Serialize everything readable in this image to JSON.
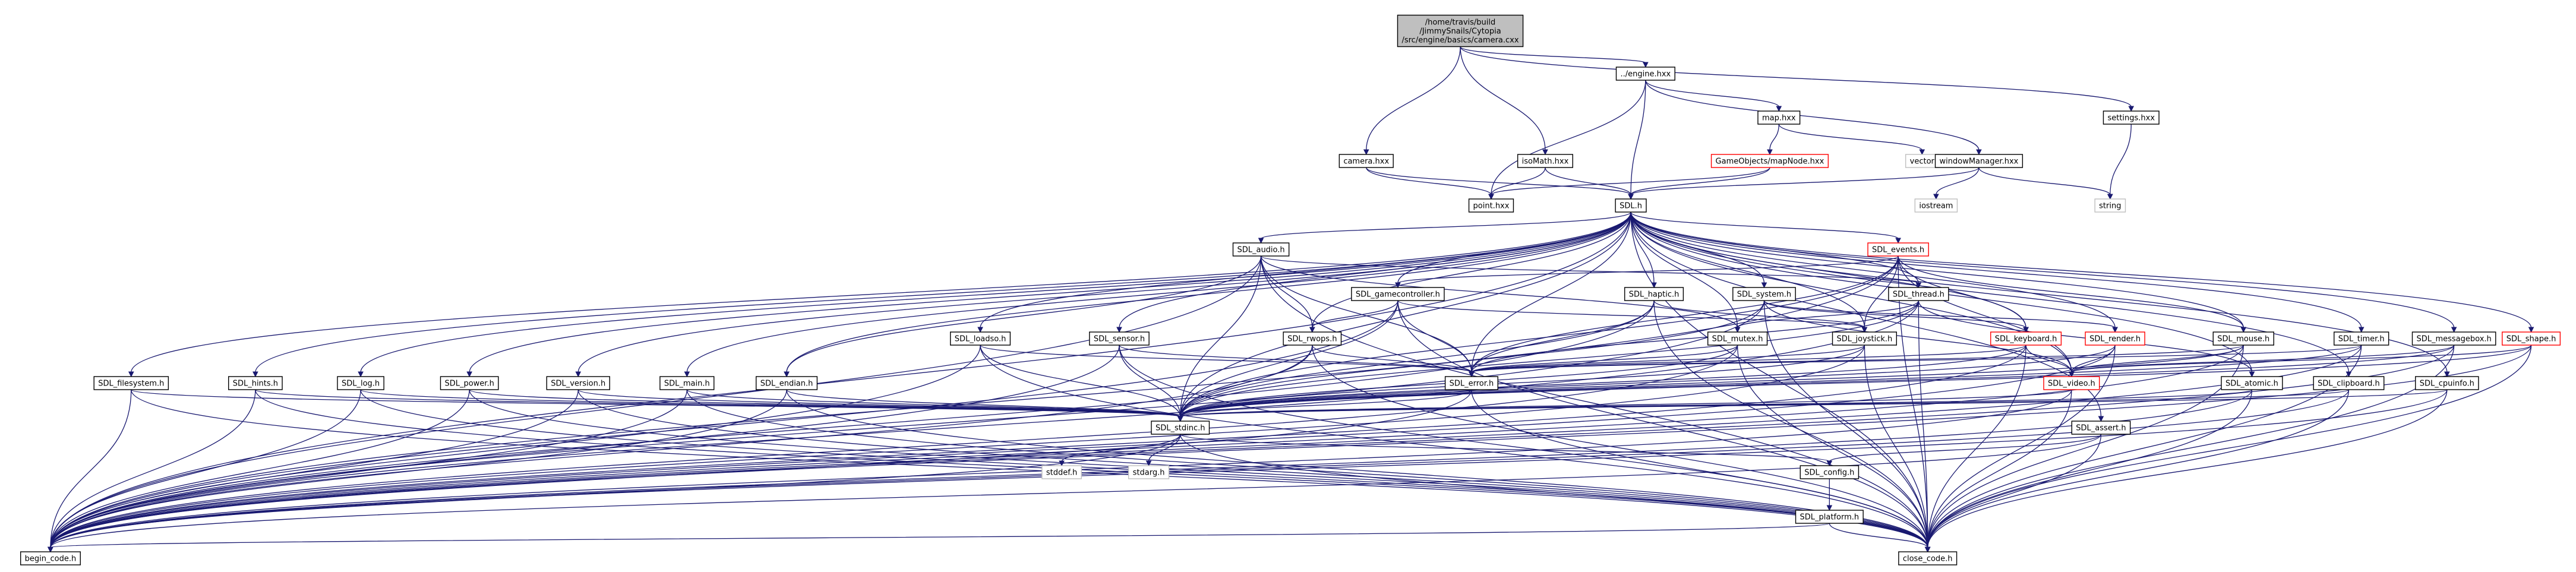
{
  "diagram": {
    "type": "include-dependency-graph",
    "colors": {
      "edge": "#191970",
      "node_border": "#000000",
      "root_fill": "#bfbfbf",
      "missing_border": "#ff0000",
      "external_border": "#bfbfbf",
      "background": "#ffffff"
    },
    "nodes": [
      {
        "id": "camera_cxx",
        "label": "/home/travis/build/JimmySnails/Cytopia/src/engine/basics/camera.cxx",
        "lines": [
          "/home/travis/build",
          "/JimmySnails/Cytopia",
          "/src/engine/basics/camera.cxx"
        ],
        "style": "root"
      },
      {
        "id": "engine_hxx",
        "label": "../engine.hxx",
        "style": "normal"
      },
      {
        "id": "settings_hxx",
        "label": "settings.hxx",
        "style": "normal"
      },
      {
        "id": "map_hxx",
        "label": "map.hxx",
        "style": "normal"
      },
      {
        "id": "camera_hxx",
        "label": "camera.hxx",
        "style": "normal"
      },
      {
        "id": "isoMath_hxx",
        "label": "isoMath.hxx",
        "style": "normal"
      },
      {
        "id": "mapNode_hxx",
        "label": "GameObjects/mapNode.hxx",
        "style": "red"
      },
      {
        "id": "vector",
        "label": "vector",
        "style": "grey"
      },
      {
        "id": "windowManager_hxx",
        "label": "windowManager.hxx",
        "style": "normal"
      },
      {
        "id": "point_hxx",
        "label": "point.hxx",
        "style": "normal"
      },
      {
        "id": "iostream",
        "label": "iostream",
        "style": "grey"
      },
      {
        "id": "string",
        "label": "string",
        "style": "grey"
      },
      {
        "id": "SDL_h",
        "label": "SDL.h",
        "style": "normal"
      },
      {
        "id": "SDL_audio_h",
        "label": "SDL_audio.h",
        "style": "normal"
      },
      {
        "id": "SDL_events_h",
        "label": "SDL_events.h",
        "style": "red"
      },
      {
        "id": "SDL_gamecontroller_h",
        "label": "SDL_gamecontroller.h",
        "style": "normal"
      },
      {
        "id": "SDL_haptic_h",
        "label": "SDL_haptic.h",
        "style": "normal"
      },
      {
        "id": "SDL_system_h",
        "label": "SDL_system.h",
        "style": "normal"
      },
      {
        "id": "SDL_thread_h",
        "label": "SDL_thread.h",
        "style": "normal"
      },
      {
        "id": "SDL_loadso_h",
        "label": "SDL_loadso.h",
        "style": "normal"
      },
      {
        "id": "SDL_sensor_h",
        "label": "SDL_sensor.h",
        "style": "normal"
      },
      {
        "id": "SDL_rwops_h",
        "label": "SDL_rwops.h",
        "style": "normal"
      },
      {
        "id": "SDL_mutex_h",
        "label": "SDL_mutex.h",
        "style": "normal"
      },
      {
        "id": "SDL_joystick_h",
        "label": "SDL_joystick.h",
        "style": "normal"
      },
      {
        "id": "SDL_keyboard_h",
        "label": "SDL_keyboard.h",
        "style": "red"
      },
      {
        "id": "SDL_render_h",
        "label": "SDL_render.h",
        "style": "red"
      },
      {
        "id": "SDL_mouse_h",
        "label": "SDL_mouse.h",
        "style": "normal"
      },
      {
        "id": "SDL_timer_h",
        "label": "SDL_timer.h",
        "style": "normal"
      },
      {
        "id": "SDL_messagebox_h",
        "label": "SDL_messagebox.h",
        "style": "normal"
      },
      {
        "id": "SDL_shape_h",
        "label": "SDL_shape.h",
        "style": "red"
      },
      {
        "id": "SDL_filesystem_h",
        "label": "SDL_filesystem.h",
        "style": "normal"
      },
      {
        "id": "SDL_hints_h",
        "label": "SDL_hints.h",
        "style": "normal"
      },
      {
        "id": "SDL_log_h",
        "label": "SDL_log.h",
        "style": "normal"
      },
      {
        "id": "SDL_power_h",
        "label": "SDL_power.h",
        "style": "normal"
      },
      {
        "id": "SDL_version_h",
        "label": "SDL_version.h",
        "style": "normal"
      },
      {
        "id": "SDL_main_h",
        "label": "SDL_main.h",
        "style": "normal"
      },
      {
        "id": "SDL_endian_h",
        "label": "SDL_endian.h",
        "style": "normal"
      },
      {
        "id": "SDL_error_h",
        "label": "SDL_error.h",
        "style": "normal"
      },
      {
        "id": "SDL_video_h",
        "label": "SDL_video.h",
        "style": "red"
      },
      {
        "id": "SDL_atomic_h",
        "label": "SDL_atomic.h",
        "style": "normal"
      },
      {
        "id": "SDL_clipboard_h",
        "label": "SDL_clipboard.h",
        "style": "normal"
      },
      {
        "id": "SDL_cpuinfo_h",
        "label": "SDL_cpuinfo.h",
        "style": "normal"
      },
      {
        "id": "SDL_stdinc_h",
        "label": "SDL_stdinc.h",
        "style": "normal"
      },
      {
        "id": "SDL_assert_h",
        "label": "SDL_assert.h",
        "style": "normal"
      },
      {
        "id": "stddef_h",
        "label": "stddef.h",
        "style": "grey"
      },
      {
        "id": "stdarg_h",
        "label": "stdarg.h",
        "style": "grey"
      },
      {
        "id": "SDL_config_h",
        "label": "SDL_config.h",
        "style": "normal"
      },
      {
        "id": "SDL_platform_h",
        "label": "SDL_platform.h",
        "style": "normal"
      },
      {
        "id": "begin_code_h",
        "label": "begin_code.h",
        "style": "normal"
      },
      {
        "id": "close_code_h",
        "label": "close_code.h",
        "style": "normal"
      }
    ],
    "edges": [
      [
        "camera_cxx",
        "engine_hxx"
      ],
      [
        "camera_cxx",
        "settings_hxx"
      ],
      [
        "camera_cxx",
        "camera_hxx"
      ],
      [
        "camera_cxx",
        "isoMath_hxx"
      ],
      [
        "engine_hxx",
        "map_hxx"
      ],
      [
        "engine_hxx",
        "windowManager_hxx"
      ],
      [
        "engine_hxx",
        "point_hxx"
      ],
      [
        "engine_hxx",
        "SDL_h"
      ],
      [
        "settings_hxx",
        "string"
      ],
      [
        "map_hxx",
        "mapNode_hxx"
      ],
      [
        "map_hxx",
        "vector"
      ],
      [
        "mapNode_hxx",
        "point_hxx"
      ],
      [
        "mapNode_hxx",
        "SDL_h"
      ],
      [
        "windowManager_hxx",
        "iostream"
      ],
      [
        "windowManager_hxx",
        "string"
      ],
      [
        "windowManager_hxx",
        "SDL_h"
      ],
      [
        "camera_hxx",
        "point_hxx"
      ],
      [
        "camera_hxx",
        "SDL_h"
      ],
      [
        "isoMath_hxx",
        "point_hxx"
      ],
      [
        "isoMath_hxx",
        "SDL_h"
      ],
      [
        "SDL_h",
        "SDL_audio_h"
      ],
      [
        "SDL_h",
        "SDL_events_h"
      ],
      [
        "SDL_h",
        "SDL_gamecontroller_h"
      ],
      [
        "SDL_h",
        "SDL_haptic_h"
      ],
      [
        "SDL_h",
        "SDL_system_h"
      ],
      [
        "SDL_h",
        "SDL_thread_h"
      ],
      [
        "SDL_h",
        "SDL_loadso_h"
      ],
      [
        "SDL_h",
        "SDL_sensor_h"
      ],
      [
        "SDL_h",
        "SDL_rwops_h"
      ],
      [
        "SDL_h",
        "SDL_mutex_h"
      ],
      [
        "SDL_h",
        "SDL_joystick_h"
      ],
      [
        "SDL_h",
        "SDL_keyboard_h"
      ],
      [
        "SDL_h",
        "SDL_render_h"
      ],
      [
        "SDL_h",
        "SDL_mouse_h"
      ],
      [
        "SDL_h",
        "SDL_timer_h"
      ],
      [
        "SDL_h",
        "SDL_messagebox_h"
      ],
      [
        "SDL_h",
        "SDL_shape_h"
      ],
      [
        "SDL_h",
        "SDL_filesystem_h"
      ],
      [
        "SDL_h",
        "SDL_hints_h"
      ],
      [
        "SDL_h",
        "SDL_log_h"
      ],
      [
        "SDL_h",
        "SDL_power_h"
      ],
      [
        "SDL_h",
        "SDL_version_h"
      ],
      [
        "SDL_h",
        "SDL_main_h"
      ],
      [
        "SDL_h",
        "SDL_endian_h"
      ],
      [
        "SDL_h",
        "SDL_error_h"
      ],
      [
        "SDL_h",
        "SDL_video_h"
      ],
      [
        "SDL_h",
        "SDL_atomic_h"
      ],
      [
        "SDL_h",
        "SDL_clipboard_h"
      ],
      [
        "SDL_h",
        "SDL_cpuinfo_h"
      ],
      [
        "SDL_h",
        "SDL_assert_h"
      ],
      [
        "SDL_h",
        "SDL_stdinc_h"
      ],
      [
        "SDL_h",
        "begin_code_h"
      ],
      [
        "SDL_h",
        "close_code_h"
      ],
      [
        "SDL_audio_h",
        "SDL_rwops_h"
      ],
      [
        "SDL_audio_h",
        "SDL_error_h"
      ],
      [
        "SDL_audio_h",
        "SDL_endian_h"
      ],
      [
        "SDL_audio_h",
        "SDL_mutex_h"
      ],
      [
        "SDL_audio_h",
        "SDL_thread_h"
      ],
      [
        "SDL_audio_h",
        "SDL_stdinc_h"
      ],
      [
        "SDL_audio_h",
        "begin_code_h"
      ],
      [
        "SDL_audio_h",
        "close_code_h"
      ],
      [
        "SDL_events_h",
        "SDL_gamecontroller_h"
      ],
      [
        "SDL_events_h",
        "SDL_joystick_h"
      ],
      [
        "SDL_events_h",
        "SDL_keyboard_h"
      ],
      [
        "SDL_events_h",
        "SDL_mouse_h"
      ],
      [
        "SDL_events_h",
        "SDL_video_h"
      ],
      [
        "SDL_events_h",
        "SDL_error_h"
      ],
      [
        "SDL_events_h",
        "SDL_stdinc_h"
      ],
      [
        "SDL_events_h",
        "begin_code_h"
      ],
      [
        "SDL_events_h",
        "close_code_h"
      ],
      [
        "SDL_gamecontroller_h",
        "SDL_rwops_h"
      ],
      [
        "SDL_gamecontroller_h",
        "SDL_joystick_h"
      ],
      [
        "SDL_gamecontroller_h",
        "SDL_error_h"
      ],
      [
        "SDL_gamecontroller_h",
        "SDL_stdinc_h"
      ],
      [
        "SDL_gamecontroller_h",
        "begin_code_h"
      ],
      [
        "SDL_gamecontroller_h",
        "close_code_h"
      ],
      [
        "SDL_haptic_h",
        "SDL_joystick_h"
      ],
      [
        "SDL_haptic_h",
        "SDL_error_h"
      ],
      [
        "SDL_haptic_h",
        "SDL_stdinc_h"
      ],
      [
        "SDL_haptic_h",
        "begin_code_h"
      ],
      [
        "SDL_haptic_h",
        "close_code_h"
      ],
      [
        "SDL_system_h",
        "SDL_keyboard_h"
      ],
      [
        "SDL_system_h",
        "SDL_render_h"
      ],
      [
        "SDL_system_h",
        "SDL_video_h"
      ],
      [
        "SDL_system_h",
        "SDL_stdinc_h"
      ],
      [
        "SDL_system_h",
        "begin_code_h"
      ],
      [
        "SDL_system_h",
        "close_code_h"
      ],
      [
        "SDL_thread_h",
        "SDL_mutex_h"
      ],
      [
        "SDL_thread_h",
        "SDL_error_h"
      ],
      [
        "SDL_thread_h",
        "SDL_atomic_h"
      ],
      [
        "SDL_thread_h",
        "SDL_stdinc_h"
      ],
      [
        "SDL_thread_h",
        "begin_code_h"
      ],
      [
        "SDL_thread_h",
        "close_code_h"
      ],
      [
        "SDL_loadso_h",
        "SDL_error_h"
      ],
      [
        "SDL_loadso_h",
        "SDL_stdinc_h"
      ],
      [
        "SDL_loadso_h",
        "begin_code_h"
      ],
      [
        "SDL_loadso_h",
        "close_code_h"
      ],
      [
        "SDL_sensor_h",
        "SDL_error_h"
      ],
      [
        "SDL_sensor_h",
        "SDL_stdinc_h"
      ],
      [
        "SDL_sensor_h",
        "begin_code_h"
      ],
      [
        "SDL_sensor_h",
        "close_code_h"
      ],
      [
        "SDL_rwops_h",
        "SDL_error_h"
      ],
      [
        "SDL_rwops_h",
        "SDL_stdinc_h"
      ],
      [
        "SDL_rwops_h",
        "begin_code_h"
      ],
      [
        "SDL_rwops_h",
        "close_code_h"
      ],
      [
        "SDL_mutex_h",
        "SDL_error_h"
      ],
      [
        "SDL_mutex_h",
        "SDL_stdinc_h"
      ],
      [
        "SDL_mutex_h",
        "begin_code_h"
      ],
      [
        "SDL_mutex_h",
        "close_code_h"
      ],
      [
        "SDL_joystick_h",
        "SDL_error_h"
      ],
      [
        "SDL_joystick_h",
        "SDL_stdinc_h"
      ],
      [
        "SDL_joystick_h",
        "begin_code_h"
      ],
      [
        "SDL_joystick_h",
        "close_code_h"
      ],
      [
        "SDL_keyboard_h",
        "SDL_error_h"
      ],
      [
        "SDL_keyboard_h",
        "SDL_video_h"
      ],
      [
        "SDL_keyboard_h",
        "SDL_stdinc_h"
      ],
      [
        "SDL_keyboard_h",
        "begin_code_h"
      ],
      [
        "SDL_keyboard_h",
        "close_code_h"
      ],
      [
        "SDL_render_h",
        "SDL_video_h"
      ],
      [
        "SDL_render_h",
        "SDL_stdinc_h"
      ],
      [
        "SDL_render_h",
        "begin_code_h"
      ],
      [
        "SDL_render_h",
        "close_code_h"
      ],
      [
        "SDL_mouse_h",
        "SDL_error_h"
      ],
      [
        "SDL_mouse_h",
        "SDL_video_h"
      ],
      [
        "SDL_mouse_h",
        "SDL_stdinc_h"
      ],
      [
        "SDL_mouse_h",
        "begin_code_h"
      ],
      [
        "SDL_mouse_h",
        "close_code_h"
      ],
      [
        "SDL_timer_h",
        "SDL_error_h"
      ],
      [
        "SDL_timer_h",
        "SDL_stdinc_h"
      ],
      [
        "SDL_timer_h",
        "begin_code_h"
      ],
      [
        "SDL_timer_h",
        "close_code_h"
      ],
      [
        "SDL_messagebox_h",
        "SDL_video_h"
      ],
      [
        "SDL_messagebox_h",
        "SDL_stdinc_h"
      ],
      [
        "SDL_messagebox_h",
        "begin_code_h"
      ],
      [
        "SDL_messagebox_h",
        "close_code_h"
      ],
      [
        "SDL_shape_h",
        "SDL_video_h"
      ],
      [
        "SDL_shape_h",
        "SDL_stdinc_h"
      ],
      [
        "SDL_shape_h",
        "begin_code_h"
      ],
      [
        "SDL_shape_h",
        "close_code_h"
      ],
      [
        "SDL_filesystem_h",
        "SDL_stdinc_h"
      ],
      [
        "SDL_filesystem_h",
        "begin_code_h"
      ],
      [
        "SDL_filesystem_h",
        "close_code_h"
      ],
      [
        "SDL_hints_h",
        "SDL_stdinc_h"
      ],
      [
        "SDL_hints_h",
        "begin_code_h"
      ],
      [
        "SDL_hints_h",
        "close_code_h"
      ],
      [
        "SDL_log_h",
        "SDL_stdinc_h"
      ],
      [
        "SDL_log_h",
        "begin_code_h"
      ],
      [
        "SDL_log_h",
        "close_code_h"
      ],
      [
        "SDL_power_h",
        "SDL_stdinc_h"
      ],
      [
        "SDL_power_h",
        "begin_code_h"
      ],
      [
        "SDL_power_h",
        "close_code_h"
      ],
      [
        "SDL_version_h",
        "SDL_stdinc_h"
      ],
      [
        "SDL_version_h",
        "begin_code_h"
      ],
      [
        "SDL_version_h",
        "close_code_h"
      ],
      [
        "SDL_main_h",
        "SDL_stdinc_h"
      ],
      [
        "SDL_main_h",
        "begin_code_h"
      ],
      [
        "SDL_main_h",
        "close_code_h"
      ],
      [
        "SDL_endian_h",
        "SDL_stdinc_h"
      ],
      [
        "SDL_endian_h",
        "begin_code_h"
      ],
      [
        "SDL_endian_h",
        "close_code_h"
      ],
      [
        "SDL_error_h",
        "SDL_stdinc_h"
      ],
      [
        "SDL_error_h",
        "begin_code_h"
      ],
      [
        "SDL_error_h",
        "close_code_h"
      ],
      [
        "SDL_video_h",
        "SDL_stdinc_h"
      ],
      [
        "SDL_video_h",
        "begin_code_h"
      ],
      [
        "SDL_video_h",
        "close_code_h"
      ],
      [
        "SDL_atomic_h",
        "SDL_stdinc_h"
      ],
      [
        "SDL_atomic_h",
        "begin_code_h"
      ],
      [
        "SDL_atomic_h",
        "close_code_h"
      ],
      [
        "SDL_clipboard_h",
        "SDL_stdinc_h"
      ],
      [
        "SDL_clipboard_h",
        "begin_code_h"
      ],
      [
        "SDL_clipboard_h",
        "close_code_h"
      ],
      [
        "SDL_cpuinfo_h",
        "SDL_stdinc_h"
      ],
      [
        "SDL_cpuinfo_h",
        "begin_code_h"
      ],
      [
        "SDL_cpuinfo_h",
        "close_code_h"
      ],
      [
        "SDL_assert_h",
        "SDL_config_h"
      ],
      [
        "SDL_assert_h",
        "begin_code_h"
      ],
      [
        "SDL_assert_h",
        "close_code_h"
      ],
      [
        "SDL_stdinc_h",
        "stddef_h"
      ],
      [
        "SDL_stdinc_h",
        "stdarg_h"
      ],
      [
        "SDL_stdinc_h",
        "SDL_config_h"
      ],
      [
        "SDL_stdinc_h",
        "begin_code_h"
      ],
      [
        "SDL_stdinc_h",
        "close_code_h"
      ],
      [
        "SDL_config_h",
        "SDL_platform_h"
      ],
      [
        "SDL_platform_h",
        "begin_code_h"
      ],
      [
        "SDL_platform_h",
        "close_code_h"
      ]
    ]
  }
}
